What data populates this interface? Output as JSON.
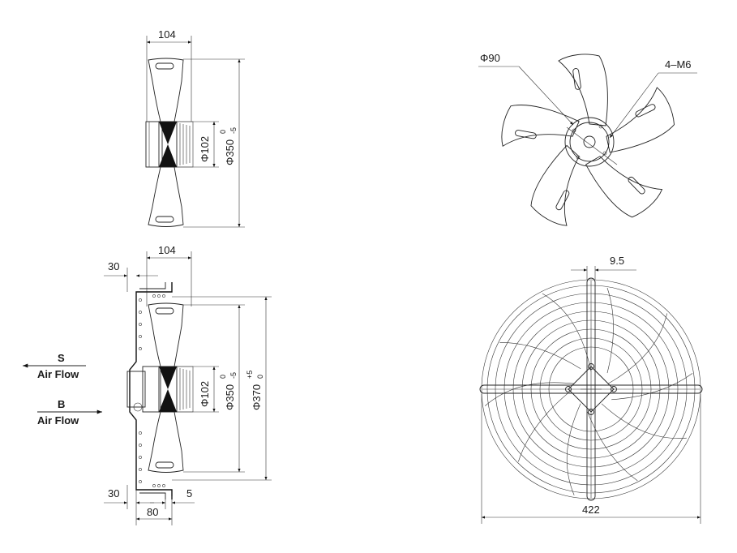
{
  "dimensions": {
    "top_width": "104",
    "top_hub_dia": "Φ102",
    "top_blade_dia": "Φ350",
    "top_blade_tol_upper": "0",
    "top_blade_tol_lower": "-5",
    "bottom_width": "104",
    "guard_offset_top": "30",
    "bottom_hub_dia": "Φ102",
    "bottom_blade_dia": "Φ350",
    "bottom_blade_tol_upper": "0",
    "bottom_blade_tol_lower": "-5",
    "guard_dia": "Φ370",
    "guard_tol_upper": "+5",
    "guard_tol_lower": "0",
    "guard_offset_bottom": "30",
    "mount_depth": "80",
    "flange_thickness": "5",
    "front_hub_dia": "Φ90",
    "mount_holes": "4–M6",
    "guard_bar_width": "9.5",
    "guard_overall": "422"
  },
  "airflow": {
    "s_letter": "S",
    "s_label": "Air Flow",
    "b_letter": "B",
    "b_label": "Air Flow"
  }
}
